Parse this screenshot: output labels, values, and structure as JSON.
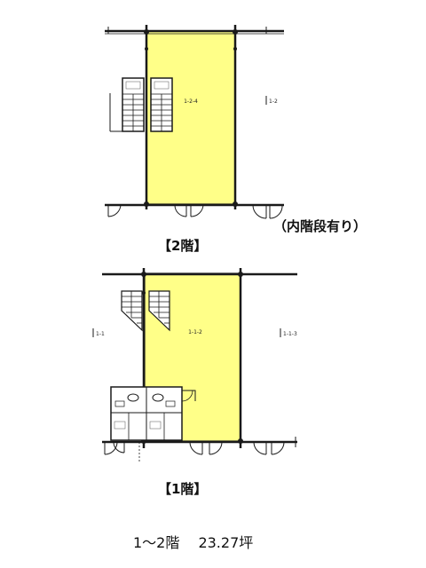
{
  "floor2": {
    "label": "【2階】",
    "note": "（内階段有り）",
    "unit_label": "1-2-4",
    "neighbor_label": "1-2"
  },
  "floor1": {
    "label": "【1階】",
    "unit_label": "1-1-2",
    "neighbor_left": "1-1",
    "neighbor_right": "1-1-3"
  },
  "summary": "1～2階　 23.27坪",
  "colors": {
    "highlight": "#ffff88",
    "line": "#1a1a1a"
  }
}
